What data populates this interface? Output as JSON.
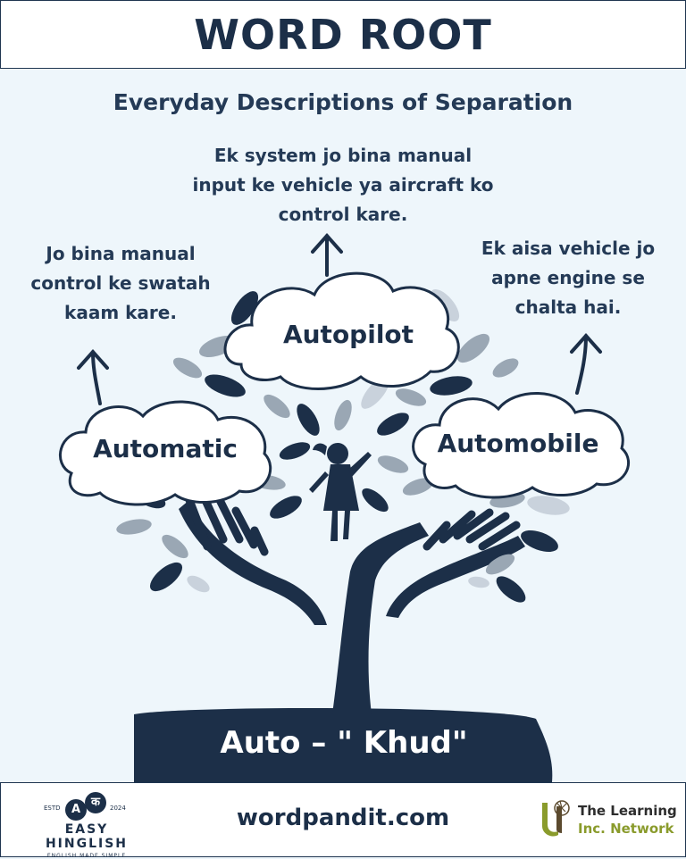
{
  "header": {
    "title": "WORD ROOT"
  },
  "subtitle": "Everyday Descriptions of Separation",
  "words": {
    "autopilot": {
      "label": "Autopilot",
      "description": "Ek system jo bina manual input ke vehicle ya aircraft ko control kare."
    },
    "automatic": {
      "label": "Automatic",
      "description": "Jo bina manual control ke swatah kaam kare."
    },
    "automobile": {
      "label": "Automobile",
      "description": "Ek aisa vehicle jo apne engine se chalta hai."
    }
  },
  "root": {
    "label": "Auto – \" Khud\""
  },
  "footer": {
    "website": "wordpandit.com",
    "brand_left": {
      "name": "EASY HINGLISH",
      "tagline": "ENGLISH MADE SIMPLE",
      "estd_label": "ESTD",
      "estd_year": "2024",
      "badge_a": "A",
      "badge_k": "क"
    },
    "brand_right": {
      "line1": "The Learning",
      "line2": "Inc. Network"
    }
  },
  "colors": {
    "navy": "#1c2f48",
    "background": "#eef6fb",
    "leaf_gray": "#9aa7b4",
    "accent_olive": "#8a9b2c"
  }
}
